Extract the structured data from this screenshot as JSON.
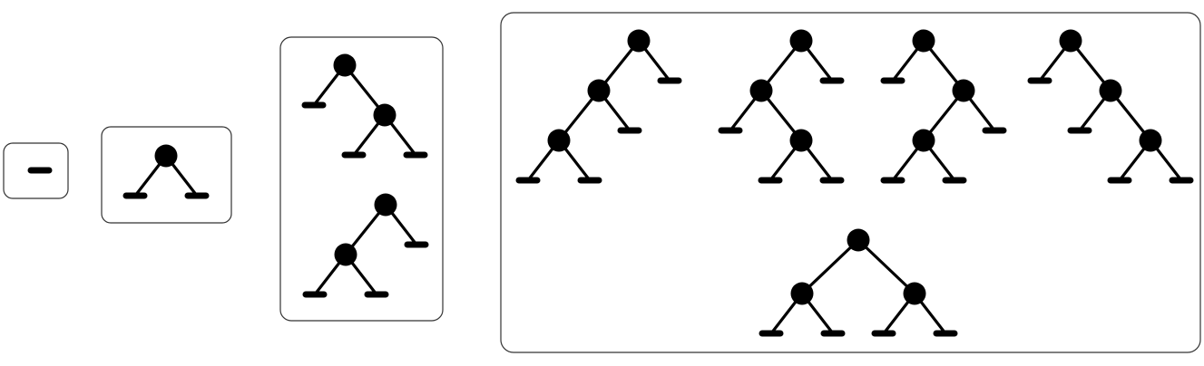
{
  "diagram": {
    "description_free": true,
    "colors": {
      "ink": "#000000",
      "box_stroke": "#333333",
      "background": "#ffffff"
    },
    "groups": [
      {
        "node_count": 0,
        "trees": [
          {
            "shape": "leaf"
          }
        ]
      },
      {
        "node_count": 1,
        "trees": [
          {
            "shape": [
              "leaf",
              "leaf"
            ]
          }
        ]
      },
      {
        "node_count": 2,
        "trees": [
          {
            "shape": [
              "leaf",
              [
                "leaf",
                "leaf"
              ]
            ]
          },
          {
            "shape": [
              [
                "leaf",
                "leaf"
              ],
              "leaf"
            ]
          }
        ]
      },
      {
        "node_count": 3,
        "trees": [
          {
            "shape": [
              [
                [
                  "leaf",
                  "leaf"
                ],
                "leaf"
              ],
              "leaf"
            ]
          },
          {
            "shape": [
              [
                "leaf",
                [
                  "leaf",
                  "leaf"
                ]
              ],
              "leaf"
            ]
          },
          {
            "shape": [
              "leaf",
              [
                [
                  "leaf",
                  "leaf"
                ],
                "leaf"
              ]
            ]
          },
          {
            "shape": [
              "leaf",
              [
                "leaf",
                [
                  "leaf",
                  "leaf"
                ]
              ]
            ]
          },
          {
            "shape": [
              [
                "leaf",
                "leaf"
              ],
              [
                "leaf",
                "leaf"
              ]
            ]
          }
        ]
      }
    ]
  }
}
